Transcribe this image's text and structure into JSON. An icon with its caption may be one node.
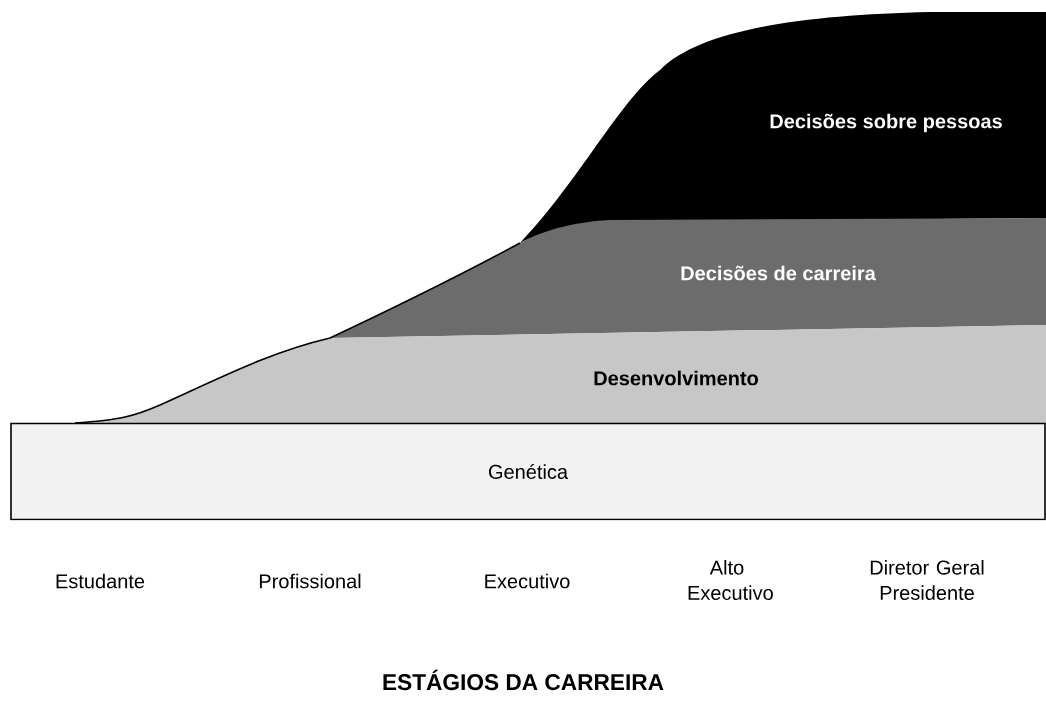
{
  "diagram": {
    "caption": "ESTÁGIOS DA CARREIRA",
    "nodes": [
      {
        "text": [
          "Decisões sobre pessoas"
        ]
      },
      {
        "text": [
          "Decisões de carreira"
        ]
      },
      {
        "text": [
          "Desenvolvimento"
        ]
      },
      {
        "text": [
          "Genética"
        ]
      }
    ],
    "labels": [
      "Alto Executivo",
      "Diretor Geral Presidente",
      "Estudante",
      "Profissional",
      "Executivo"
    ]
  }
}
